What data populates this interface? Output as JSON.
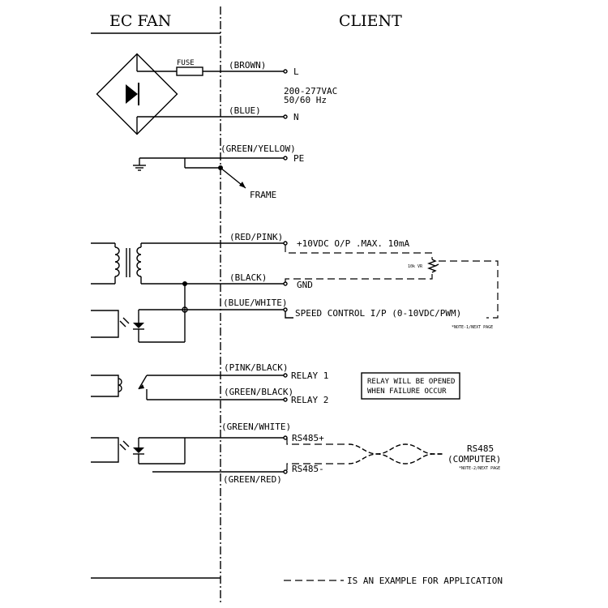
{
  "headers": {
    "left": "EC FAN",
    "right": "CLIENT"
  },
  "power": {
    "fuse": "FUSE",
    "brown": "(BROWN)",
    "l": "L",
    "voltage": "200-277VAC",
    "freq": "50/60 Hz",
    "blue": "(BLUE)",
    "n": "N"
  },
  "earth": {
    "green_yellow": "(GREEN/YELLOW)",
    "pe": "PE",
    "frame": "FRAME"
  },
  "control": {
    "red_pink": "(RED/PINK)",
    "out_10v": "+10VDC O/P .MAX. 10mA",
    "vr": "10k VR",
    "black": "(BLACK)",
    "gnd": "GND",
    "blue_white": "(BLUE/WHITE)",
    "speed": "SPEED CONTROL I/P (0-10VDC/PWM)",
    "note1": "*NOTE-1/NEXT PAGE"
  },
  "relay": {
    "pink_black": "(PINK/BLACK)",
    "relay1": "RELAY 1",
    "green_black": "(GREEN/BLACK)",
    "relay2": "RELAY 2",
    "box_line1": "RELAY WILL BE OPENED",
    "box_line2": "WHEN FAILURE OCCUR"
  },
  "rs485": {
    "green_white": "(GREEN/WHITE)",
    "plus": "RS485+",
    "minus": "RS485-",
    "green_red": "(GREEN/RED)",
    "title": "RS485",
    "computer": "(COMPUTER)",
    "note2": "*NOTE-2/NEXT PAGE"
  },
  "legend": {
    "text": "IS AN EXAMPLE FOR APPLICATION"
  }
}
